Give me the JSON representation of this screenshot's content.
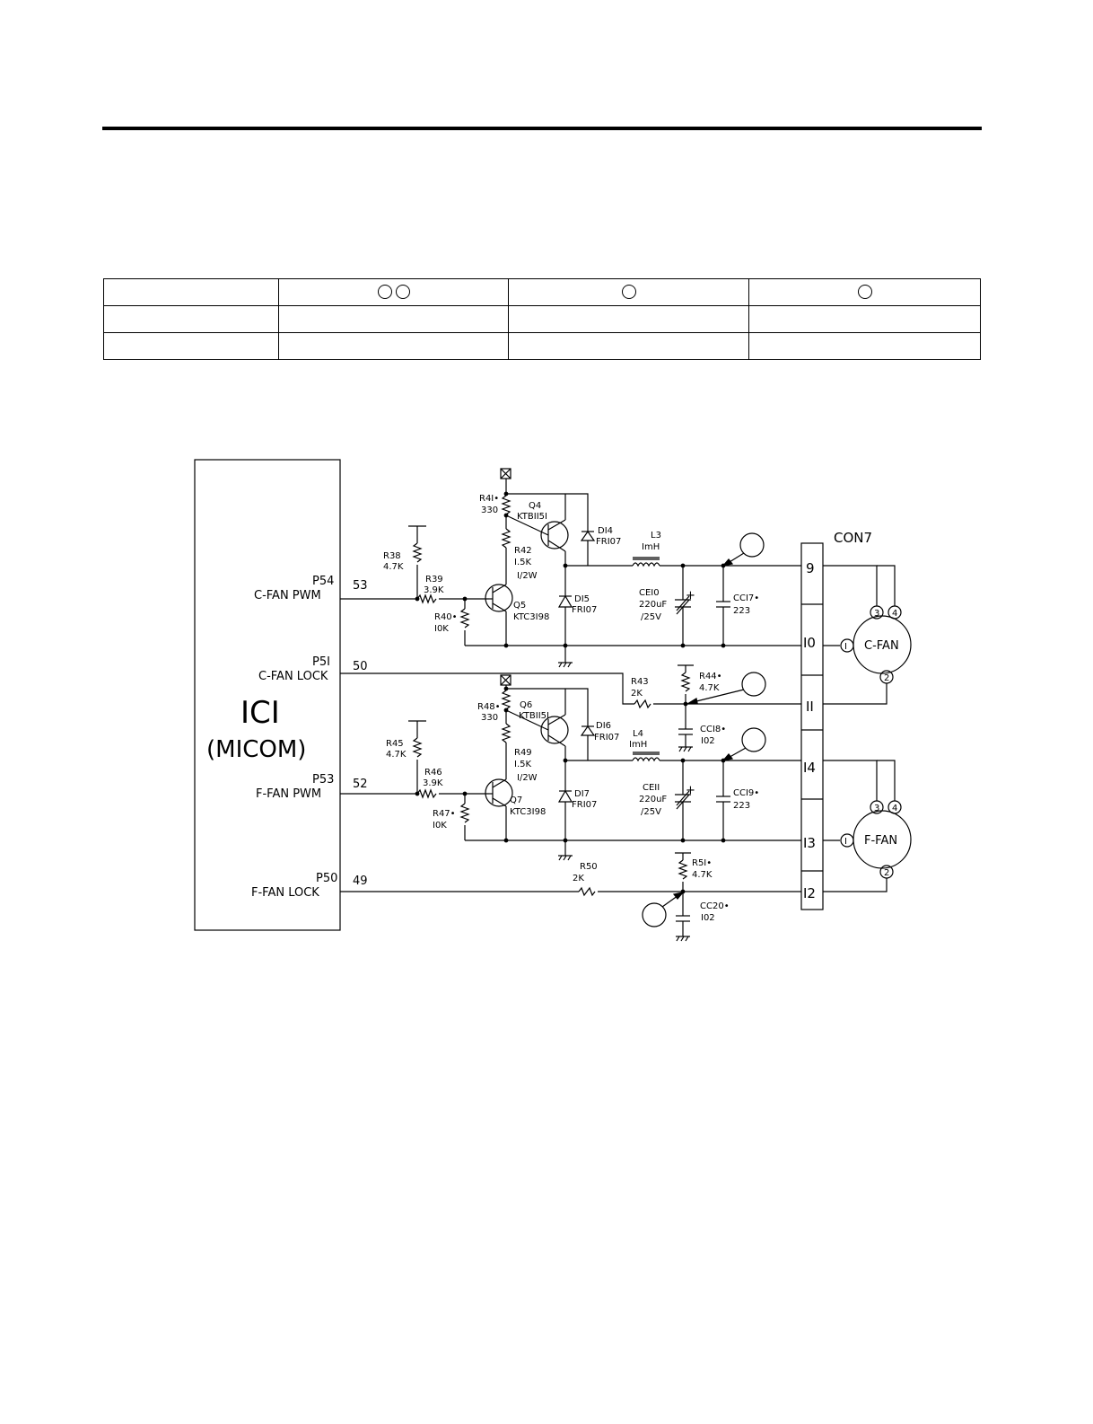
{
  "ic": {
    "name": "ICI",
    "sub": "(MICOM)"
  },
  "pins": [
    {
      "port": "P54",
      "func": "C-FAN PWM",
      "num": "53"
    },
    {
      "port": "P5I",
      "func": "C-FAN LOCK",
      "num": "50"
    },
    {
      "port": "P53",
      "func": "F-FAN PWM",
      "num": "52"
    },
    {
      "port": "P50",
      "func": "F-FAN LOCK",
      "num": "49"
    }
  ],
  "parts": {
    "r38": [
      "R38",
      "4.7K"
    ],
    "r39": [
      "R39",
      "3.9K"
    ],
    "r40": [
      "R40•",
      "I0K"
    ],
    "r41": [
      "R4I•",
      "330"
    ],
    "q4": [
      "Q4",
      "KTBII5I"
    ],
    "r42": [
      "R42",
      "I.5K",
      "I/2W"
    ],
    "q5": [
      "Q5",
      "KTC3I98"
    ],
    "d14": [
      "DI4",
      "FRI07"
    ],
    "d15": [
      "DI5",
      "FRI07"
    ],
    "l3": [
      "L3",
      "ImH"
    ],
    "ce10": [
      "CEI0",
      "220uF",
      "/25V"
    ],
    "cc17": [
      "CCI7•",
      "223"
    ],
    "r43": [
      "R43",
      "2K"
    ],
    "r44": [
      "R44•",
      "4.7K"
    ],
    "cc18": [
      "CCI8•",
      "I02"
    ],
    "r45": [
      "R45",
      "4.7K"
    ],
    "r46": [
      "R46",
      "3.9K"
    ],
    "r47": [
      "R47•",
      "I0K"
    ],
    "r48": [
      "R48•",
      "330"
    ],
    "q6": [
      "Q6",
      "KTBII5I"
    ],
    "r49": [
      "R49",
      "I.5K",
      "I/2W"
    ],
    "q7": [
      "Q7",
      "KTC3I98"
    ],
    "d16": [
      "DI6",
      "FRI07"
    ],
    "d17": [
      "DI7",
      "FRI07"
    ],
    "l4": [
      "L4",
      "ImH"
    ],
    "ce11": [
      "CEII",
      "220uF",
      "/25V"
    ],
    "cc19": [
      "CCI9•",
      "223"
    ],
    "r50": [
      "R50",
      "2K"
    ],
    "r51": [
      "R5I•",
      "4.7K"
    ],
    "cc20": [
      "CC20•",
      "I02"
    ]
  },
  "connector": {
    "name": "CON7",
    "pins": [
      "9",
      "I0",
      "II",
      "I4",
      "I3",
      "I2"
    ]
  },
  "fans": [
    {
      "label": "C-FAN",
      "p1": "I",
      "p2": "2",
      "p3": "3",
      "p4": "4"
    },
    {
      "label": "F-FAN",
      "p1": "I",
      "p2": "2",
      "p3": "3",
      "p4": "4"
    }
  ],
  "plus_sign": "+"
}
